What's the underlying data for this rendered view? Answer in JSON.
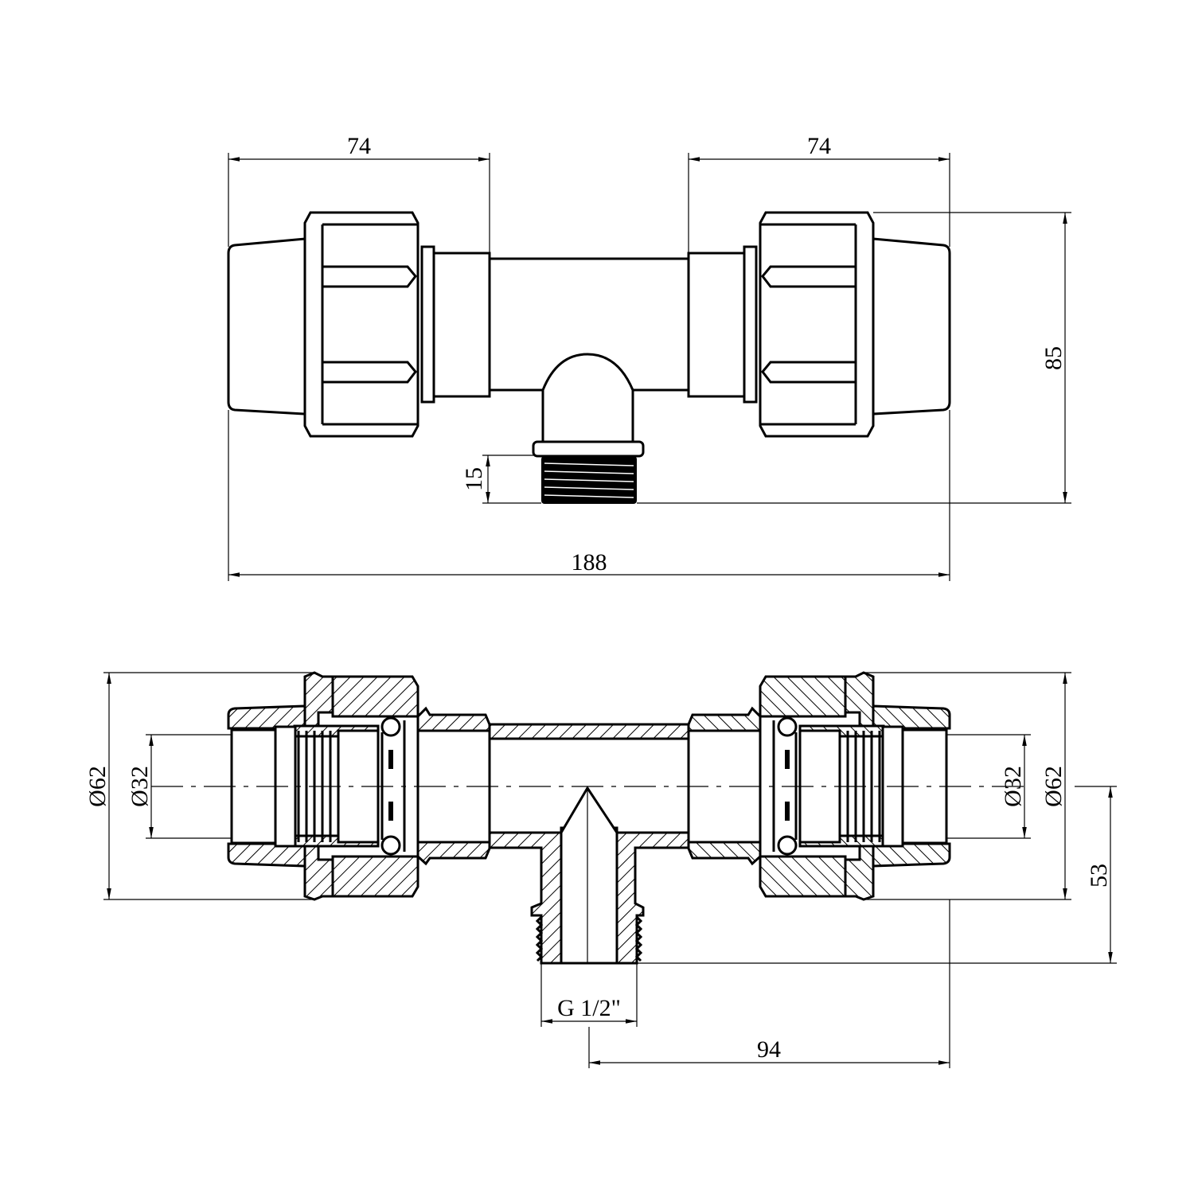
{
  "drawing": {
    "top_view": {
      "dims": {
        "left_length": "74",
        "right_length": "74",
        "height": "85",
        "thread_length": "15",
        "overall_length": "188"
      }
    },
    "section_view": {
      "dims": {
        "left_outer_diameter": "Ø62",
        "left_inner_diameter": "Ø32",
        "right_inner_diameter": "Ø32",
        "right_outer_diameter": "Ø62",
        "branch_height": "53",
        "thread_size": "G 1/2\"",
        "branch_offset": "94"
      }
    },
    "colors": {
      "line": "#000000",
      "background": "#ffffff"
    }
  }
}
